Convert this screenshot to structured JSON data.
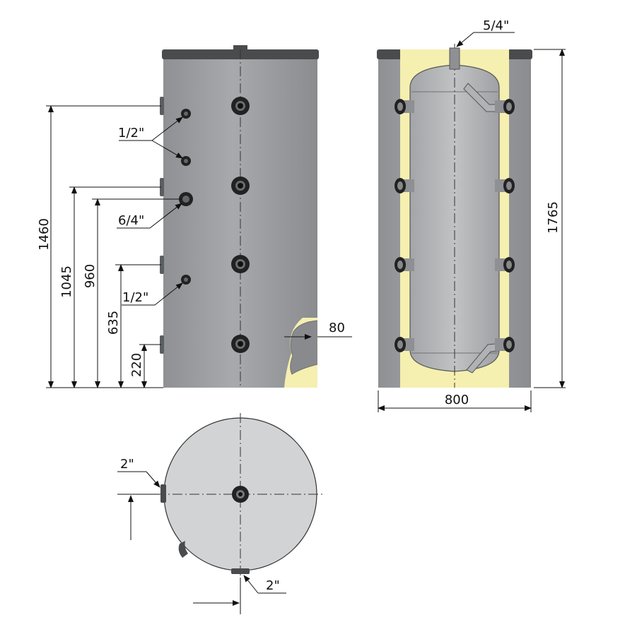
{
  "colors": {
    "shell": "#9fa1a4",
    "shell_dark": "#5b5e61",
    "cap": "#4a4b4d",
    "insulation": "#f5efb0",
    "inner_tank": "#b3b5b8",
    "top_view": "#d2d3d4",
    "port": "#222222",
    "line": "#111111"
  },
  "side_view": {
    "dimensions": [
      "1460",
      "1045",
      "960",
      "635",
      "220"
    ],
    "port_labels": {
      "upper_small": "1/2\"",
      "large": "6/4\"",
      "lower_small": "1/2\""
    },
    "insulation_thickness": "80"
  },
  "section_view": {
    "top_port": "5/4\"",
    "height": "1765",
    "width": "800"
  },
  "top_view": {
    "side_port": "2\"",
    "bottom_port": "2\""
  }
}
